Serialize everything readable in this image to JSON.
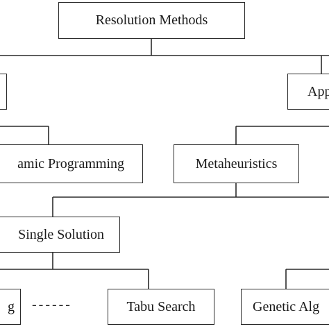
{
  "nodes": {
    "resolution_methods": "Resolution Methods",
    "left_cut": "",
    "right_cut": "App",
    "dynamic_programming": "amic Programming",
    "metaheuristics": "Metaheuristics",
    "single_solution": "Single Solution",
    "bottom_left_cut": "g",
    "tabu_search": "Tabu Search",
    "genetic_algorithm": "Genetic Alg"
  },
  "ellipsis": "------",
  "colors": {
    "line": "#2b2b2b",
    "box_border": "#2b2b2b",
    "text": "#1a1a1a",
    "background": "#ffffff"
  }
}
